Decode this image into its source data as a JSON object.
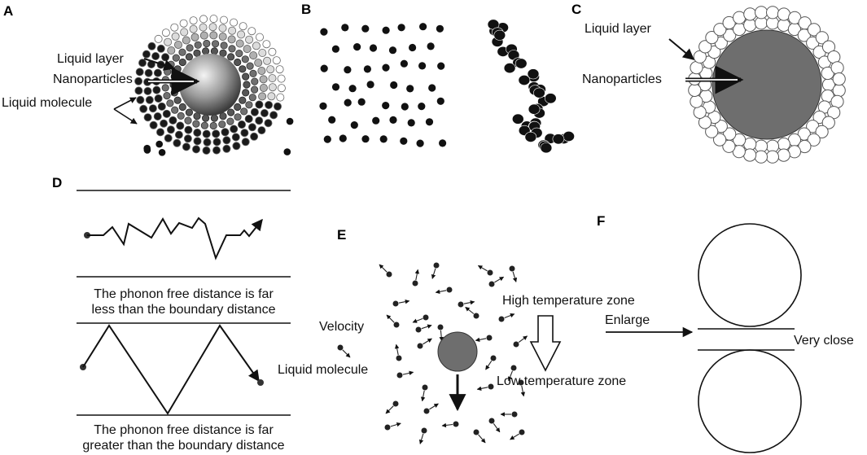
{
  "panels": {
    "a": {
      "letter": "A",
      "liquid_layer": "Liquid layer",
      "nanoparticles": "Nanoparticles",
      "liquid_molecule": "Liquid molecule"
    },
    "b": {
      "letter": "B"
    },
    "c": {
      "letter": "C",
      "liquid_layer": "Liquid layer",
      "nanoparticles": "Nanoparticles"
    },
    "d": {
      "letter": "D",
      "caption_far_less_1": "The phonon free distance is far",
      "caption_far_less_2": "less than the boundary distance",
      "caption_far_greater_1": "The phonon free distance is far",
      "caption_far_greater_2": "greater than the boundary distance"
    },
    "e": {
      "letter": "E",
      "velocity": "Velocity",
      "liquid_molecule": "Liquid molecule",
      "high_temp": "High temperature zone",
      "low_temp": "Low temperature zone"
    },
    "f": {
      "letter": "F",
      "enlarge": "Enlarge",
      "very_close": "Very close"
    }
  },
  "colors": {
    "ink": "#111111",
    "particle_gray": "#6e6e6e",
    "layer_gray": "#9a9a9a",
    "background": "#ffffff"
  }
}
